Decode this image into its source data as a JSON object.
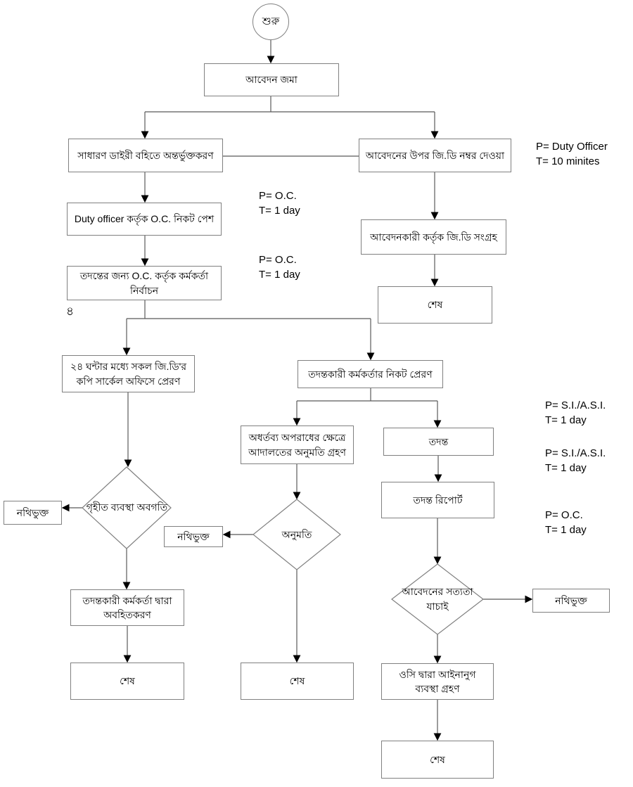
{
  "nodes": {
    "start": {
      "label": "শুরু"
    },
    "submit": {
      "label": "আবেদন জমা"
    },
    "diary_entry": {
      "label": "সাধারণ ডাইরী বহিতে অন্তর্ভুক্তকরণ"
    },
    "gd_number": {
      "label": "আবেদনের উপর জি.ডি নম্বর দেওয়া"
    },
    "duty_officer_oc": {
      "label": "Duty officer কর্তৃক O.C. নিকট পেশ"
    },
    "officer_selection": {
      "label": "তদন্তের জন্য O.C. কর্তৃক কর্মকর্তা নির্বাচন"
    },
    "copy_circle": {
      "label": "২৪ ঘন্টার মধ্যে সকল জি.ডি'র কপি সার্কেল অফিসে প্রেরণ"
    },
    "send_io": {
      "label": "তদন্তকারী কর্মকর্তার নিকট প্রেরণ"
    },
    "court_permission": {
      "label": "অধর্তব্য অপরাধের ক্ষেত্রে আদালতের অনুমতি গ্রহণ"
    },
    "investigation": {
      "label": "তদন্ত"
    },
    "investigation_report": {
      "label": "তদন্ত রিপোর্ট"
    },
    "applicant_collect": {
      "label": "আবেদনকারী কর্তৃক জি.ডি সংগ্রহ"
    },
    "decision_action_info": {
      "label": "গৃহীত ব্যবস্থা অবগতি"
    },
    "decision_permission": {
      "label": "অনুমতি"
    },
    "decision_verify": {
      "label": "আবেদনের সত্যতা যাচাই"
    },
    "io_inform": {
      "label": "তদন্তকারী কর্মকর্তা দ্বারা অবহিতকরণ"
    },
    "oc_legal": {
      "label": "ওসি দ্বারা আইনানুগ ব্যবস্থা গ্রহণ"
    },
    "filed": {
      "label": "নথিভুক্ত"
    },
    "end": {
      "label": "শেষ"
    }
  },
  "annotations": {
    "duty_officer": {
      "p": "P= Duty Officer",
      "t": "T= 10 minites"
    },
    "oc_present": {
      "p": "P= O.C.",
      "t": "T= 1 day"
    },
    "oc_select": {
      "p": "P= O.C.",
      "t": "T= 1 day"
    },
    "si_send": {
      "p": "P= S.I./A.S.I.",
      "t": "T= 1 day"
    },
    "si_invest": {
      "p": "P= S.I./A.S.I.",
      "t": "T= 1 day"
    },
    "oc_report": {
      "p": "P= O.C.",
      "t": "T= 1 day"
    }
  },
  "page_number": "৪",
  "colors": {
    "background": "#ffffff",
    "box_border": "#808080",
    "connector_line": "#595959",
    "arrowhead": "#000000",
    "text": "#000000"
  }
}
